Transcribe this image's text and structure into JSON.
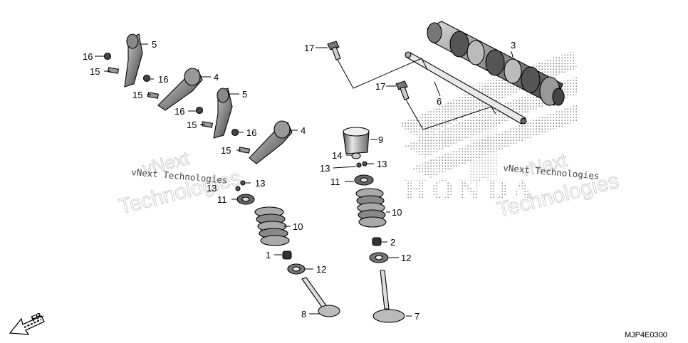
{
  "diagram_code": "MJP4E0300",
  "direction_label": "FR.",
  "brand_watermark": "HONDA",
  "watermarks": {
    "left_mono": "vNext Technologies",
    "left_outline_1": "vNext",
    "left_outline_2": "Technologies",
    "right_mono": "vNext Technologies",
    "right_outline_1": "vNext",
    "right_outline_2": "Technologies"
  },
  "callouts": {
    "c1": "1",
    "c2": "2",
    "c3": "3",
    "c4a": "4",
    "c4b": "4",
    "c5a": "5",
    "c5b": "5",
    "c6": "6",
    "c7": "7",
    "c8": "8",
    "c9": "9",
    "c10a": "10",
    "c10b": "10",
    "c11a": "11",
    "c11b": "11",
    "c12a": "12",
    "c12b": "12",
    "c13a": "13",
    "c13b": "13",
    "c13c": "13",
    "c13d": "13",
    "c14": "14",
    "c15a": "15",
    "c15b": "15",
    "c15c": "15",
    "c15d": "15",
    "c16a": "16",
    "c16b": "16",
    "c16c": "16",
    "c16d": "16",
    "c17a": "17",
    "c17b": "17"
  }
}
